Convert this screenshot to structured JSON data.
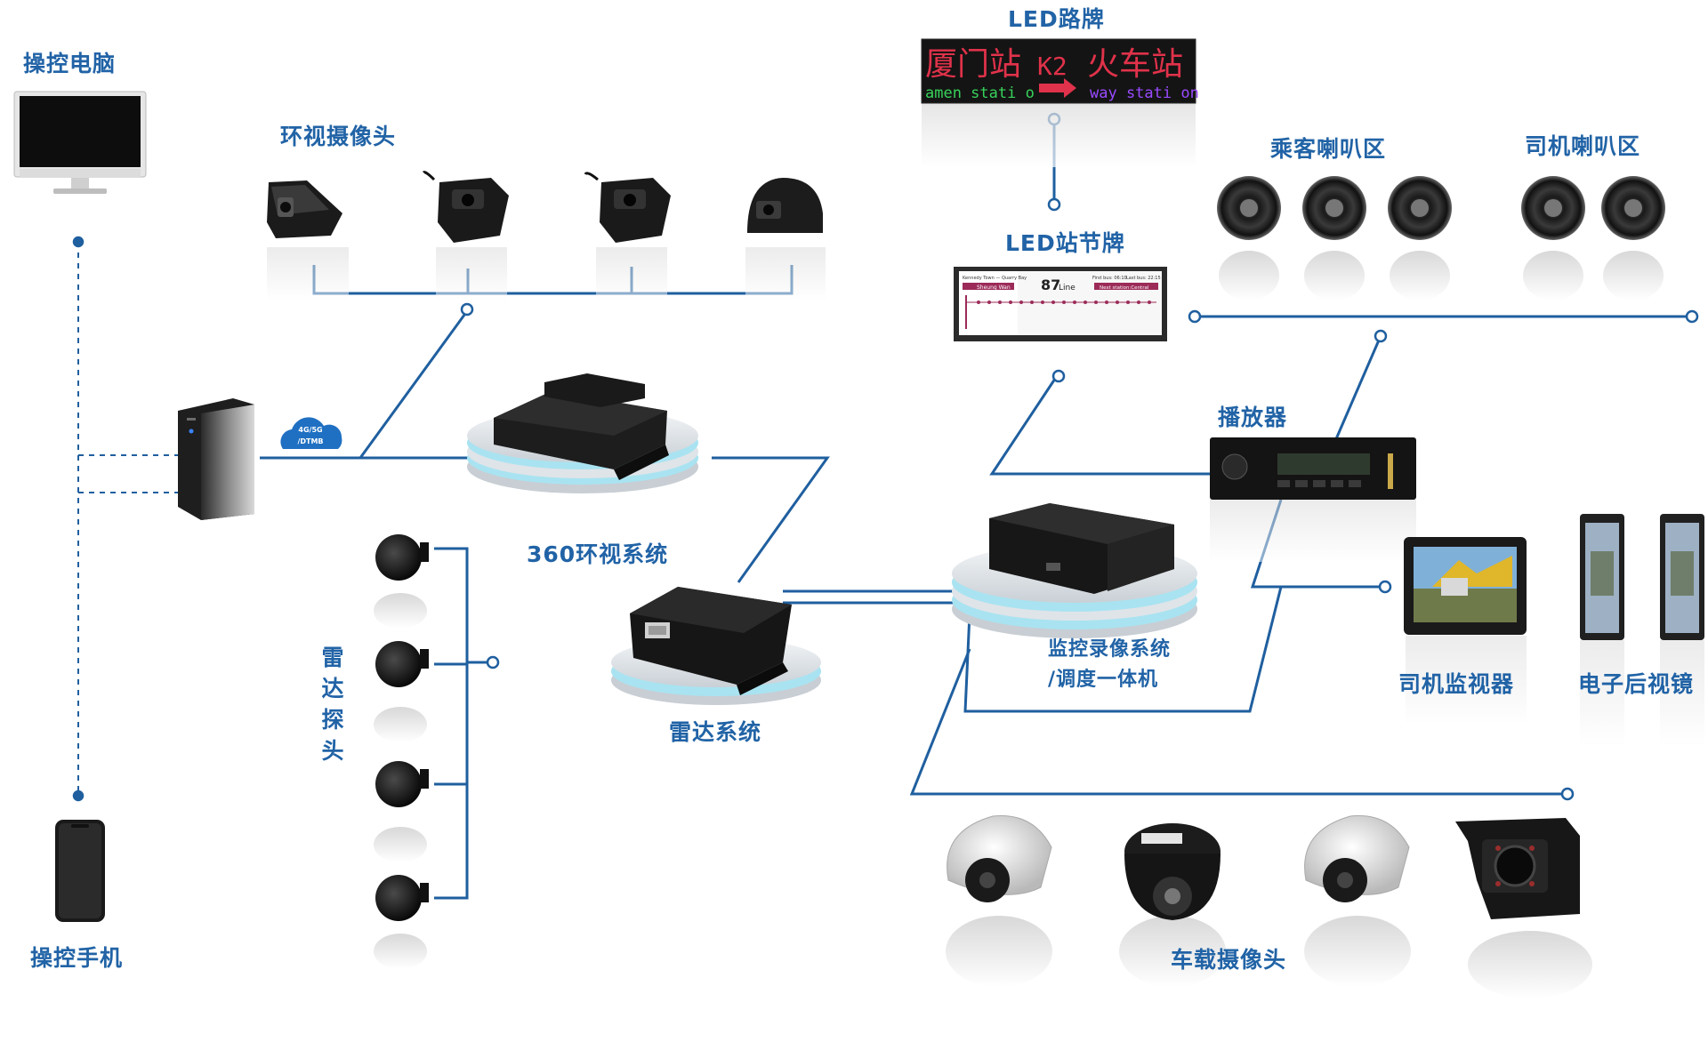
{
  "colors": {
    "line": "#1f5f9f",
    "label": "#2163a6",
    "led_red": "#e0324a",
    "led_green": "#37d25a"
  },
  "labels": {
    "control_pc": "操控电脑",
    "control_phone": "操控手机",
    "surround_cameras": "环视摄像头",
    "led_road_sign": "LED路牌",
    "led_stop_sign": "LED站节牌",
    "passenger_speakers": "乘客喇叭区",
    "driver_speakers": "司机喇叭区",
    "player": "播放器",
    "system_360": "360环视系统",
    "radar_probe": "雷达探头",
    "radar_system": "雷达系统",
    "dvr_line1": "监控录像系统",
    "dvr_line2": "/调度一体机",
    "driver_monitor": "司机监视器",
    "e_mirror": "电子后视镜",
    "vehicle_cameras": "车载摄像头"
  },
  "cloud": {
    "line1": "4G/5G",
    "line2": "/DTMB"
  },
  "led_sign": {
    "left": "厦门站",
    "route": "K2",
    "right": "火车站",
    "left_en": "amen stati o",
    "right_en": "way stati on"
  },
  "stop_sign": {
    "header_left": "Kennedy Town — Quarry Bay",
    "station": "Sheung Wan",
    "line": "87",
    "line_suffix": "Line",
    "first_bus": "First bus: 06:10",
    "last_bus": "Last bus: 22:15",
    "next": "Next station:Central"
  },
  "icons": [
    "monitor-icon",
    "phone-icon",
    "pc-tower-icon",
    "cloud-icon",
    "camera-icon",
    "speaker-icon",
    "radar-sensor-icon",
    "dvr-box-icon",
    "monitor-screen-icon",
    "mirror-icon",
    "dome-camera-icon"
  ]
}
